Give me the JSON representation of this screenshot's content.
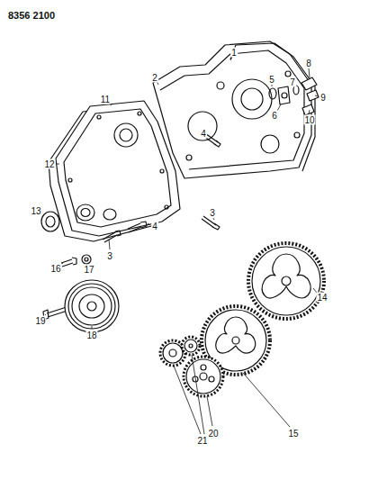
{
  "diagram": {
    "labels": [
      "8356 2100",
      "1",
      "2",
      "11",
      "5",
      "7",
      "8",
      "9",
      "6",
      "10",
      "4",
      "12",
      "3",
      "4",
      "3",
      "13",
      "16",
      "17",
      "19",
      "18",
      "14",
      "15",
      "21",
      "20"
    ]
  }
}
